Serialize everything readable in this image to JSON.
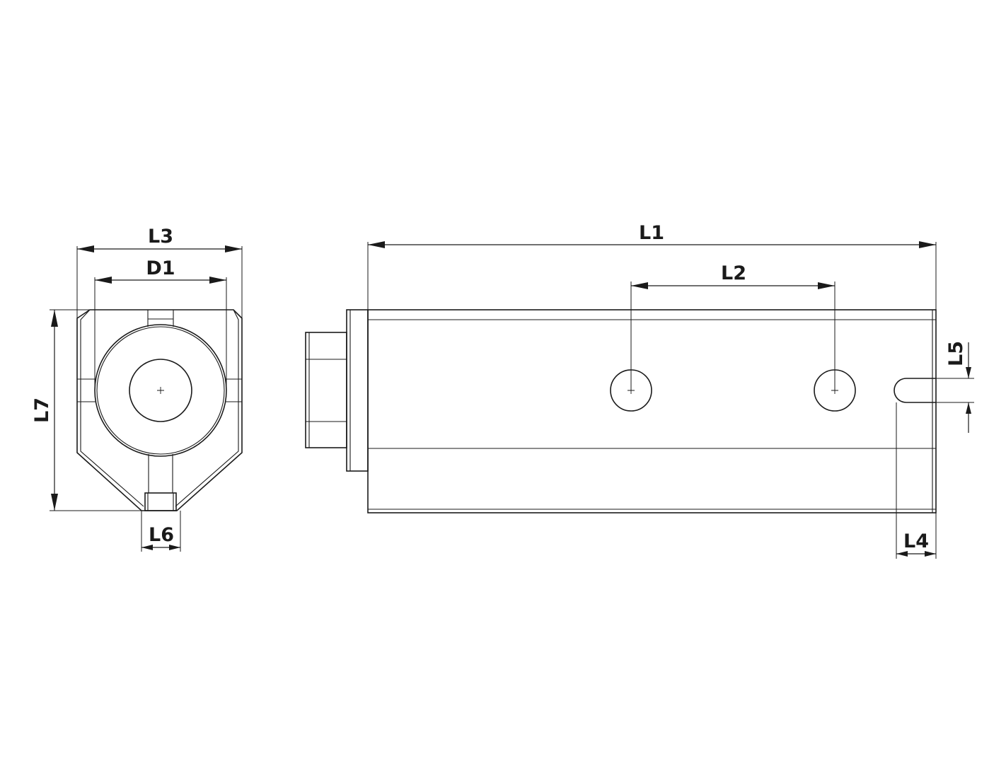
{
  "diagram": {
    "dimensions": {
      "l1": "L1",
      "l2": "L2",
      "l3": "L3",
      "d1": "D1",
      "l4": "L4",
      "l5": "L5",
      "l6": "L6",
      "l7": "L7"
    },
    "colors": {
      "line": "#1a1a1a",
      "background": "#ffffff"
    }
  }
}
